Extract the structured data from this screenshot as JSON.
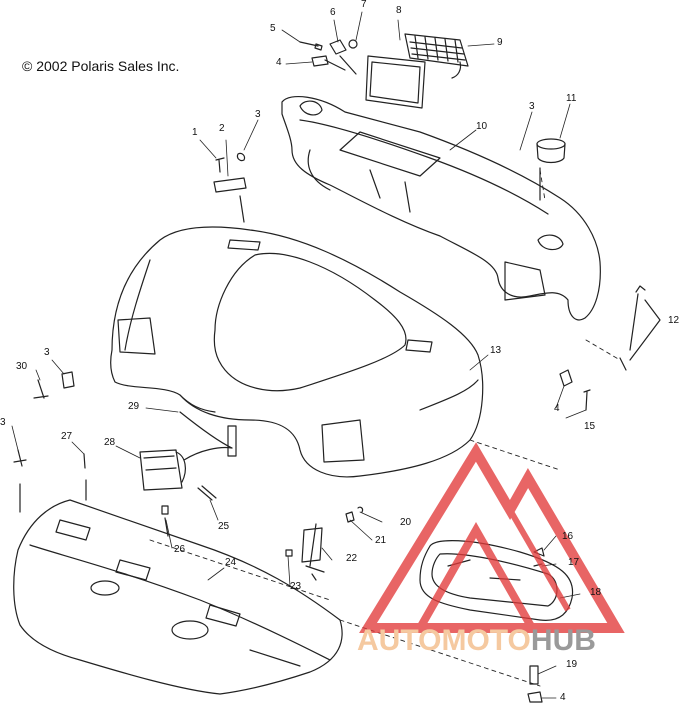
{
  "copyright": "© 2002 Polaris Sales Inc.",
  "callouts": [
    {
      "id": "c1",
      "text": "1"
    },
    {
      "id": "c2",
      "text": "2"
    },
    {
      "id": "c3a",
      "text": "3"
    },
    {
      "id": "c3b",
      "text": "3"
    },
    {
      "id": "c3c",
      "text": "3"
    },
    {
      "id": "c3d",
      "text": "3"
    },
    {
      "id": "c4a",
      "text": "4"
    },
    {
      "id": "c4b",
      "text": "4"
    },
    {
      "id": "c4c",
      "text": "4"
    },
    {
      "id": "c5",
      "text": "5"
    },
    {
      "id": "c6",
      "text": "6"
    },
    {
      "id": "c7",
      "text": "7"
    },
    {
      "id": "c8",
      "text": "8"
    },
    {
      "id": "c9",
      "text": "9"
    },
    {
      "id": "c10",
      "text": "10"
    },
    {
      "id": "c11",
      "text": "11"
    },
    {
      "id": "c12",
      "text": "12"
    },
    {
      "id": "c13",
      "text": "13"
    },
    {
      "id": "c15",
      "text": "15"
    },
    {
      "id": "c16",
      "text": "16"
    },
    {
      "id": "c17",
      "text": "17"
    },
    {
      "id": "c18",
      "text": "18"
    },
    {
      "id": "c19",
      "text": "19"
    },
    {
      "id": "c20",
      "text": "20"
    },
    {
      "id": "c21",
      "text": "21"
    },
    {
      "id": "c22",
      "text": "22"
    },
    {
      "id": "c23",
      "text": "23"
    },
    {
      "id": "c24",
      "text": "24"
    },
    {
      "id": "c25",
      "text": "25"
    },
    {
      "id": "c26",
      "text": "26"
    },
    {
      "id": "c27",
      "text": "27"
    },
    {
      "id": "c28",
      "text": "28"
    },
    {
      "id": "c29",
      "text": "29"
    },
    {
      "id": "c30",
      "text": "30"
    }
  ],
  "watermark": {
    "part_a": "AUTOMOTO",
    "part_b": "HUB",
    "color_red": "#e23b3b",
    "color_orange": "#f5c9a0",
    "color_gray": "#9a9a9a"
  }
}
